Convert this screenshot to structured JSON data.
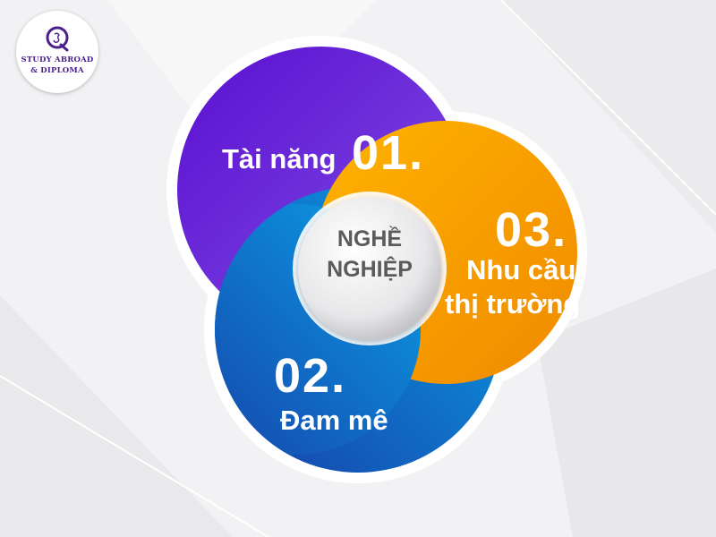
{
  "logo": {
    "line1": "STUDY ABROAD",
    "line2": "& DIPLOMA",
    "icon": "q-monogram-icon"
  },
  "center": {
    "line1": "NGHỀ",
    "line2": "NGHIỆP"
  },
  "items": [
    {
      "number": "01.",
      "label": "Tài năng",
      "color": "#6a2be0"
    },
    {
      "number": "02.",
      "label": "Đam mê",
      "color": "#0a78cc"
    },
    {
      "number": "03.",
      "label_line1": "Nhu cầu",
      "label_line2": "thị trường",
      "color": "#f5a300"
    }
  ]
}
